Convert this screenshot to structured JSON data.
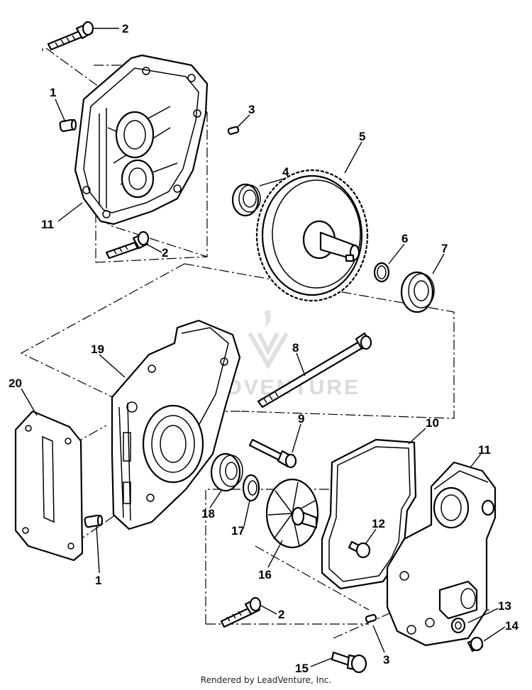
{
  "callouts": {
    "c1a": "1",
    "c1b": "1",
    "c2a": "2",
    "c2b": "2",
    "c2c": "2",
    "c3a": "3",
    "c3b": "3",
    "c4": "4",
    "c5": "5",
    "c6": "6",
    "c7": "7",
    "c8": "8",
    "c9": "9",
    "c10": "10",
    "c11a": "11",
    "c11b": "11",
    "c12": "12",
    "c13": "13",
    "c14": "14",
    "c15": "15",
    "c16": "16",
    "c17": "17",
    "c18": "18",
    "c19": "19",
    "c20": "20"
  },
  "watermark": "LEADVENTURE",
  "footer": "Rendered by LeadVenture, Inc."
}
